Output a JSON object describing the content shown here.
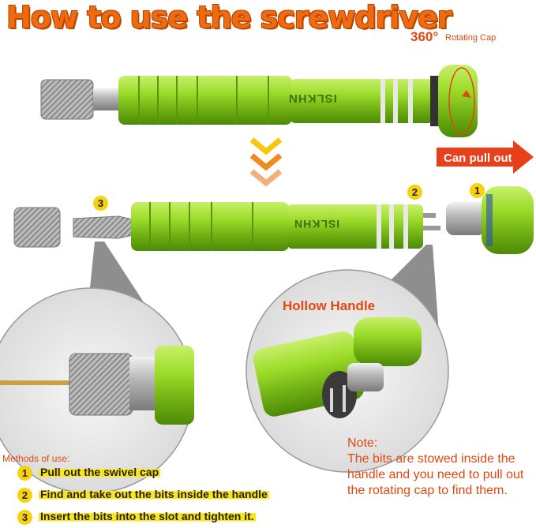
{
  "title": "How to use the screwdriver",
  "rotating_cap": {
    "degrees": "360°",
    "label": "Rotating Cap"
  },
  "pull_out_label": "Can pull out",
  "brand": "ISLKHN",
  "badges": {
    "one": "1",
    "two": "2",
    "three": "3"
  },
  "hollow_handle_label": "Hollow Handle",
  "note": {
    "title": "Note:",
    "body": "The bits are stowed inside the handle and you need to pull out the rotating cap to find them."
  },
  "methods": {
    "title": "Methods of use:",
    "steps": [
      {
        "num": "1",
        "text": "Pull out the swivel cap"
      },
      {
        "num": "2",
        "text": "Find and take out the bits inside the handle"
      },
      {
        "num": "3",
        "text": "Insert the bits into the slot and tighten it."
      }
    ]
  },
  "colors": {
    "accent_orange": "#f06a10",
    "handle_green": "#8ccf1e",
    "badge_yellow": "#f7d20e",
    "arrow_red": "#e8401a"
  }
}
